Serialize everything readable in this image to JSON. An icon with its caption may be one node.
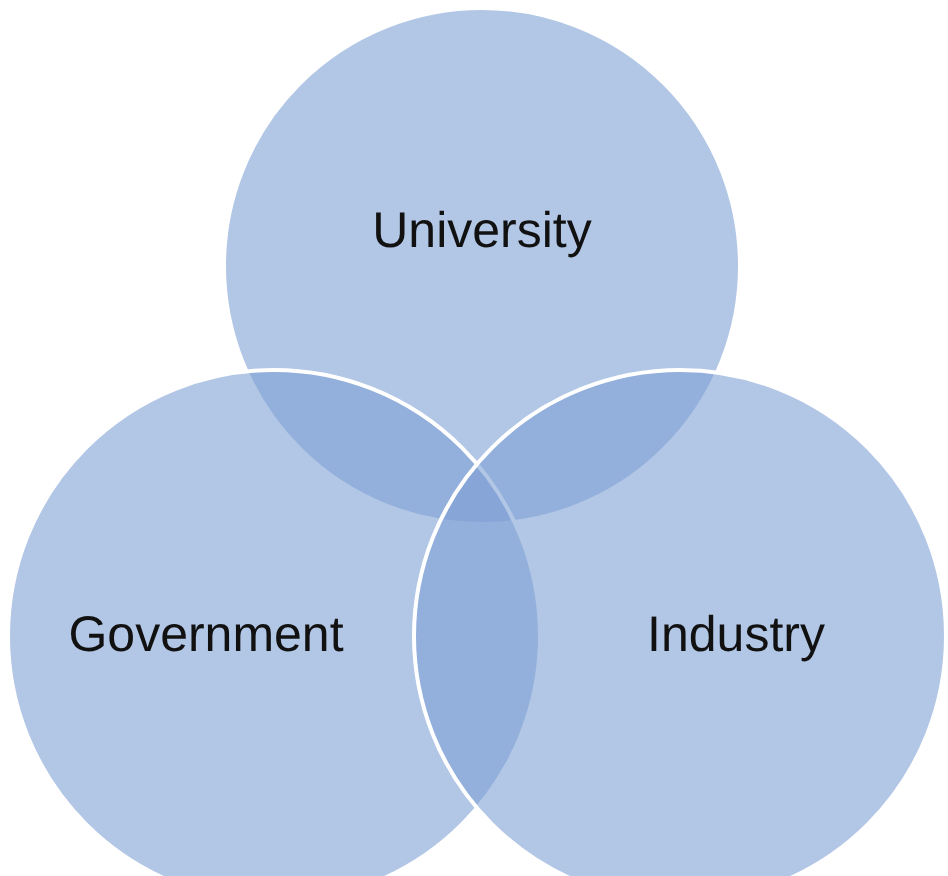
{
  "diagram": {
    "nodes": [
      {
        "text": [
          "University"
        ]
      },
      {
        "text": [
          "Government"
        ]
      },
      {
        "text": [
          "Industry"
        ]
      }
    ]
  }
}
